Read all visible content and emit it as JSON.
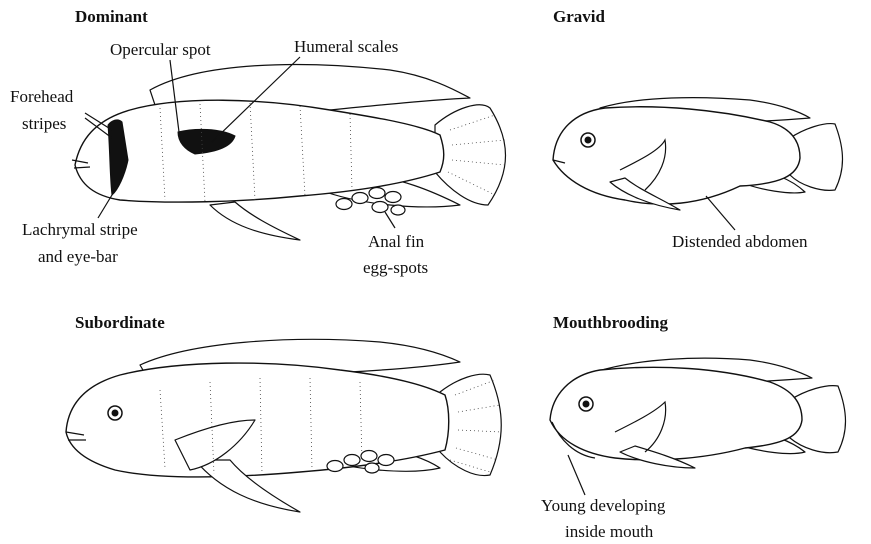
{
  "panels": {
    "dominant": {
      "title": "Dominant",
      "labels": {
        "opercular_spot": "Opercular spot",
        "humeral_scales": "Humeral scales",
        "forehead_stripes_1": "Forehead",
        "forehead_stripes_2": "stripes",
        "lachrymal_1": "Lachrymal stripe",
        "lachrymal_2": "and eye-bar",
        "anal_fin_1": "Anal fin",
        "anal_fin_2": "egg-spots"
      }
    },
    "gravid": {
      "title": "Gravid",
      "labels": {
        "distended_abdomen": "Distended abdomen"
      }
    },
    "subordinate": {
      "title": "Subordinate"
    },
    "mouthbrooding": {
      "title": "Mouthbrooding",
      "labels": {
        "young_1": "Young developing",
        "young_2": "inside mouth"
      }
    }
  }
}
